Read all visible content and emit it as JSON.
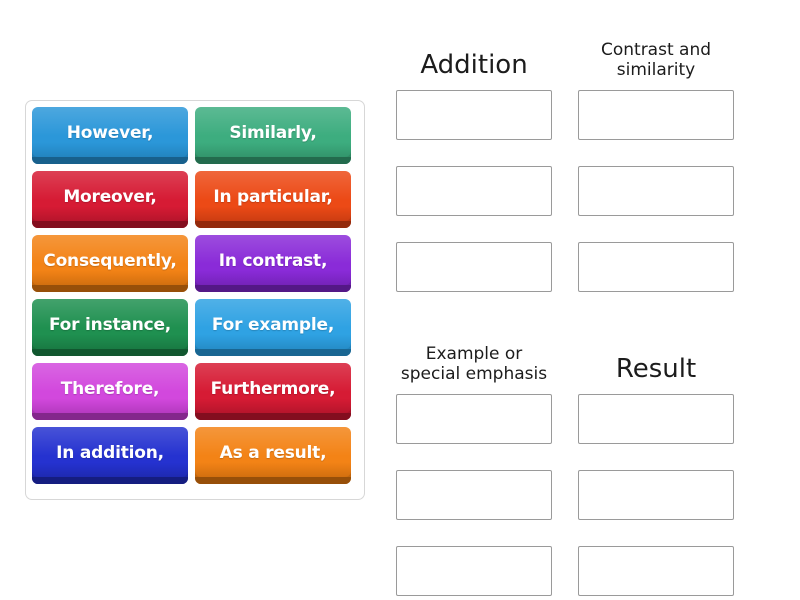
{
  "activity": {
    "type": "group-sort",
    "tile_text_color": "#ffffff"
  },
  "tile_pool": {
    "name": "Draggable connector tiles",
    "tiles": [
      {
        "label": "However,",
        "color": "#2b97d9",
        "color_dark": "#1f7cb4"
      },
      {
        "label": "Similarly,",
        "color": "#3dad7f",
        "color_dark": "#2e8a63"
      },
      {
        "label": "Moreover,",
        "color": "#d61b34",
        "color_dark": "#a81228"
      },
      {
        "label": "In particular,",
        "color": "#ec4a16",
        "color_dark": "#bd3710"
      },
      {
        "label": "Consequently,",
        "color": "#f38316",
        "color_dark": "#c2660c"
      },
      {
        "label": "In contrast,",
        "color": "#8a2bd8",
        "color_dark": "#6c1fac"
      },
      {
        "label": "For instance,",
        "color": "#1f9050",
        "color_dark": "#16703d"
      },
      {
        "label": "For example,",
        "color": "#2fa2e3",
        "color_dark": "#2183bb"
      },
      {
        "label": "Therefore,",
        "color": "#d248dd",
        "color_dark": "#a833b2"
      },
      {
        "label": "Furthermore,",
        "color": "#d61b34",
        "color_dark": "#a81228"
      },
      {
        "label": "In addition,",
        "color": "#2532d0",
        "color_dark": "#1b26a4"
      },
      {
        "label": "As a result,",
        "color": "#f38316",
        "color_dark": "#c2660c"
      }
    ]
  },
  "categories": [
    {
      "title": "Addition",
      "title_size": "large",
      "slots": [
        "",
        "",
        ""
      ]
    },
    {
      "title": "Contrast and similarity",
      "title_size": "small",
      "slots": [
        "",
        "",
        ""
      ]
    },
    {
      "title": "Example or special emphasis",
      "title_size": "small",
      "slots": [
        "",
        "",
        ""
      ]
    },
    {
      "title": "Result",
      "title_size": "large",
      "slots": [
        "",
        "",
        ""
      ]
    }
  ]
}
